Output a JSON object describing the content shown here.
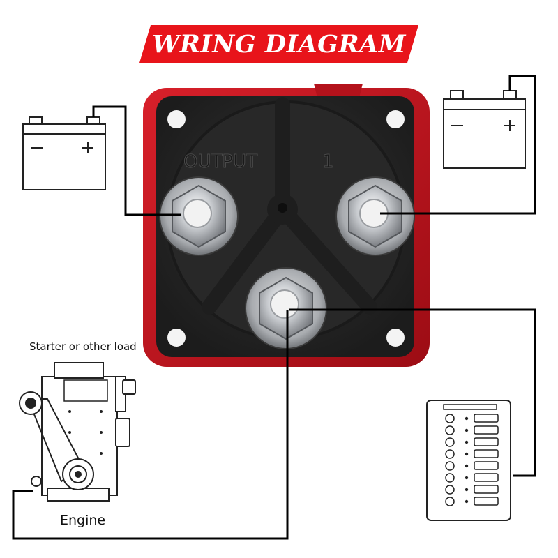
{
  "title": "WRING DIAGRAM",
  "switch": {
    "output_label": "OUTPUT",
    "position_label": "1",
    "terminals": [
      "output-terminal",
      "input-terminal-1",
      "common-terminal"
    ]
  },
  "labels": {
    "starter": "Starter or other load",
    "engine": "Engine"
  },
  "colors": {
    "banner": "#e8141a",
    "switch_body": "#c8101a",
    "switch_face": "#262626",
    "wire": "#000000"
  },
  "icons": [
    "battery-icon",
    "battery-icon",
    "engine-icon",
    "fuse-panel-icon",
    "battery-switch-icon"
  ]
}
